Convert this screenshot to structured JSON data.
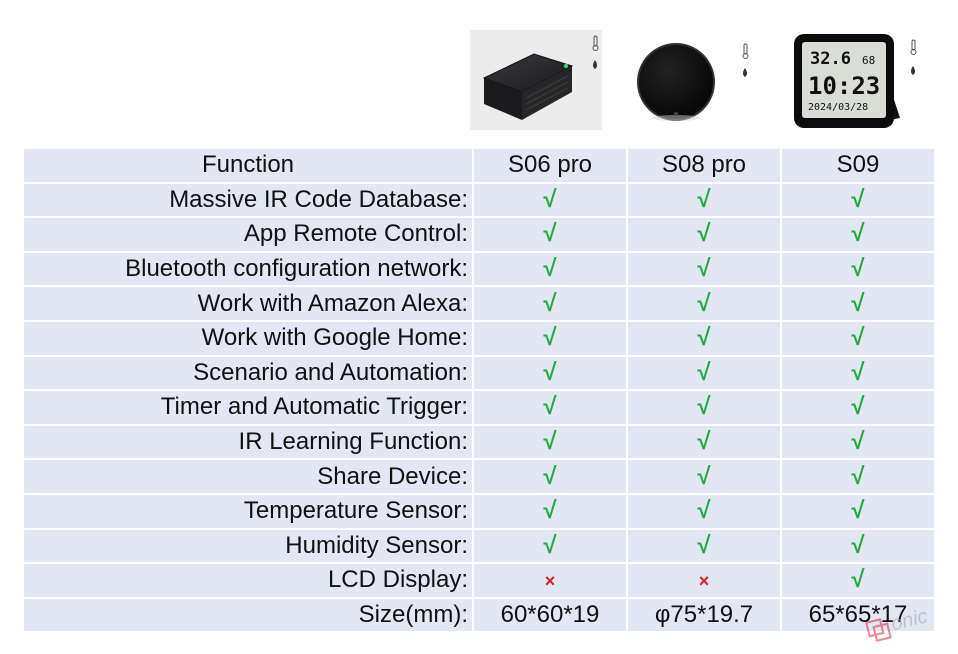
{
  "columns": {
    "function": "Function",
    "products": [
      "S06 pro",
      "S08 pro",
      "S09"
    ]
  },
  "rows": [
    {
      "label": "Massive IR Code Database:",
      "values": [
        "√",
        "√",
        "√"
      ]
    },
    {
      "label": "App Remote Control:",
      "values": [
        "√",
        "√",
        "√"
      ]
    },
    {
      "label": "Bluetooth configuration network:",
      "values": [
        "√",
        "√",
        "√"
      ]
    },
    {
      "label": "Work with Amazon Alexa:",
      "values": [
        "√",
        "√",
        "√"
      ]
    },
    {
      "label": "Work with Google Home:",
      "values": [
        "√",
        "√",
        "√"
      ]
    },
    {
      "label": "Scenario and Automation:",
      "values": [
        "√",
        "√",
        "√"
      ]
    },
    {
      "label": "Timer and Automatic Trigger:",
      "values": [
        "√",
        "√",
        "√"
      ]
    },
    {
      "label": "IR Learning Function:",
      "values": [
        "√",
        "√",
        "√"
      ]
    },
    {
      "label": "Share Device:",
      "values": [
        "√",
        "√",
        "√"
      ]
    },
    {
      "label": "Temperature Sensor:",
      "values": [
        "√",
        "√",
        "√"
      ]
    },
    {
      "label": "Humidity Sensor:",
      "values": [
        "√",
        "√",
        "√"
      ]
    },
    {
      "label": "LCD Display:",
      "values": [
        "×",
        "×",
        "√"
      ]
    },
    {
      "label": "Size(mm):",
      "values": [
        "60*60*19",
        "φ75*19.7",
        "65*65*17"
      ]
    }
  ],
  "lcd": {
    "temp": "32.6",
    "humidity": "68",
    "time": "10:23",
    "date": "2024/03/28"
  },
  "watermark": "onic",
  "colors": {
    "cell_bg": "#e3e6f3",
    "check": "#1cad3f",
    "cross": "#e01b24",
    "led": "#3bd16f"
  }
}
